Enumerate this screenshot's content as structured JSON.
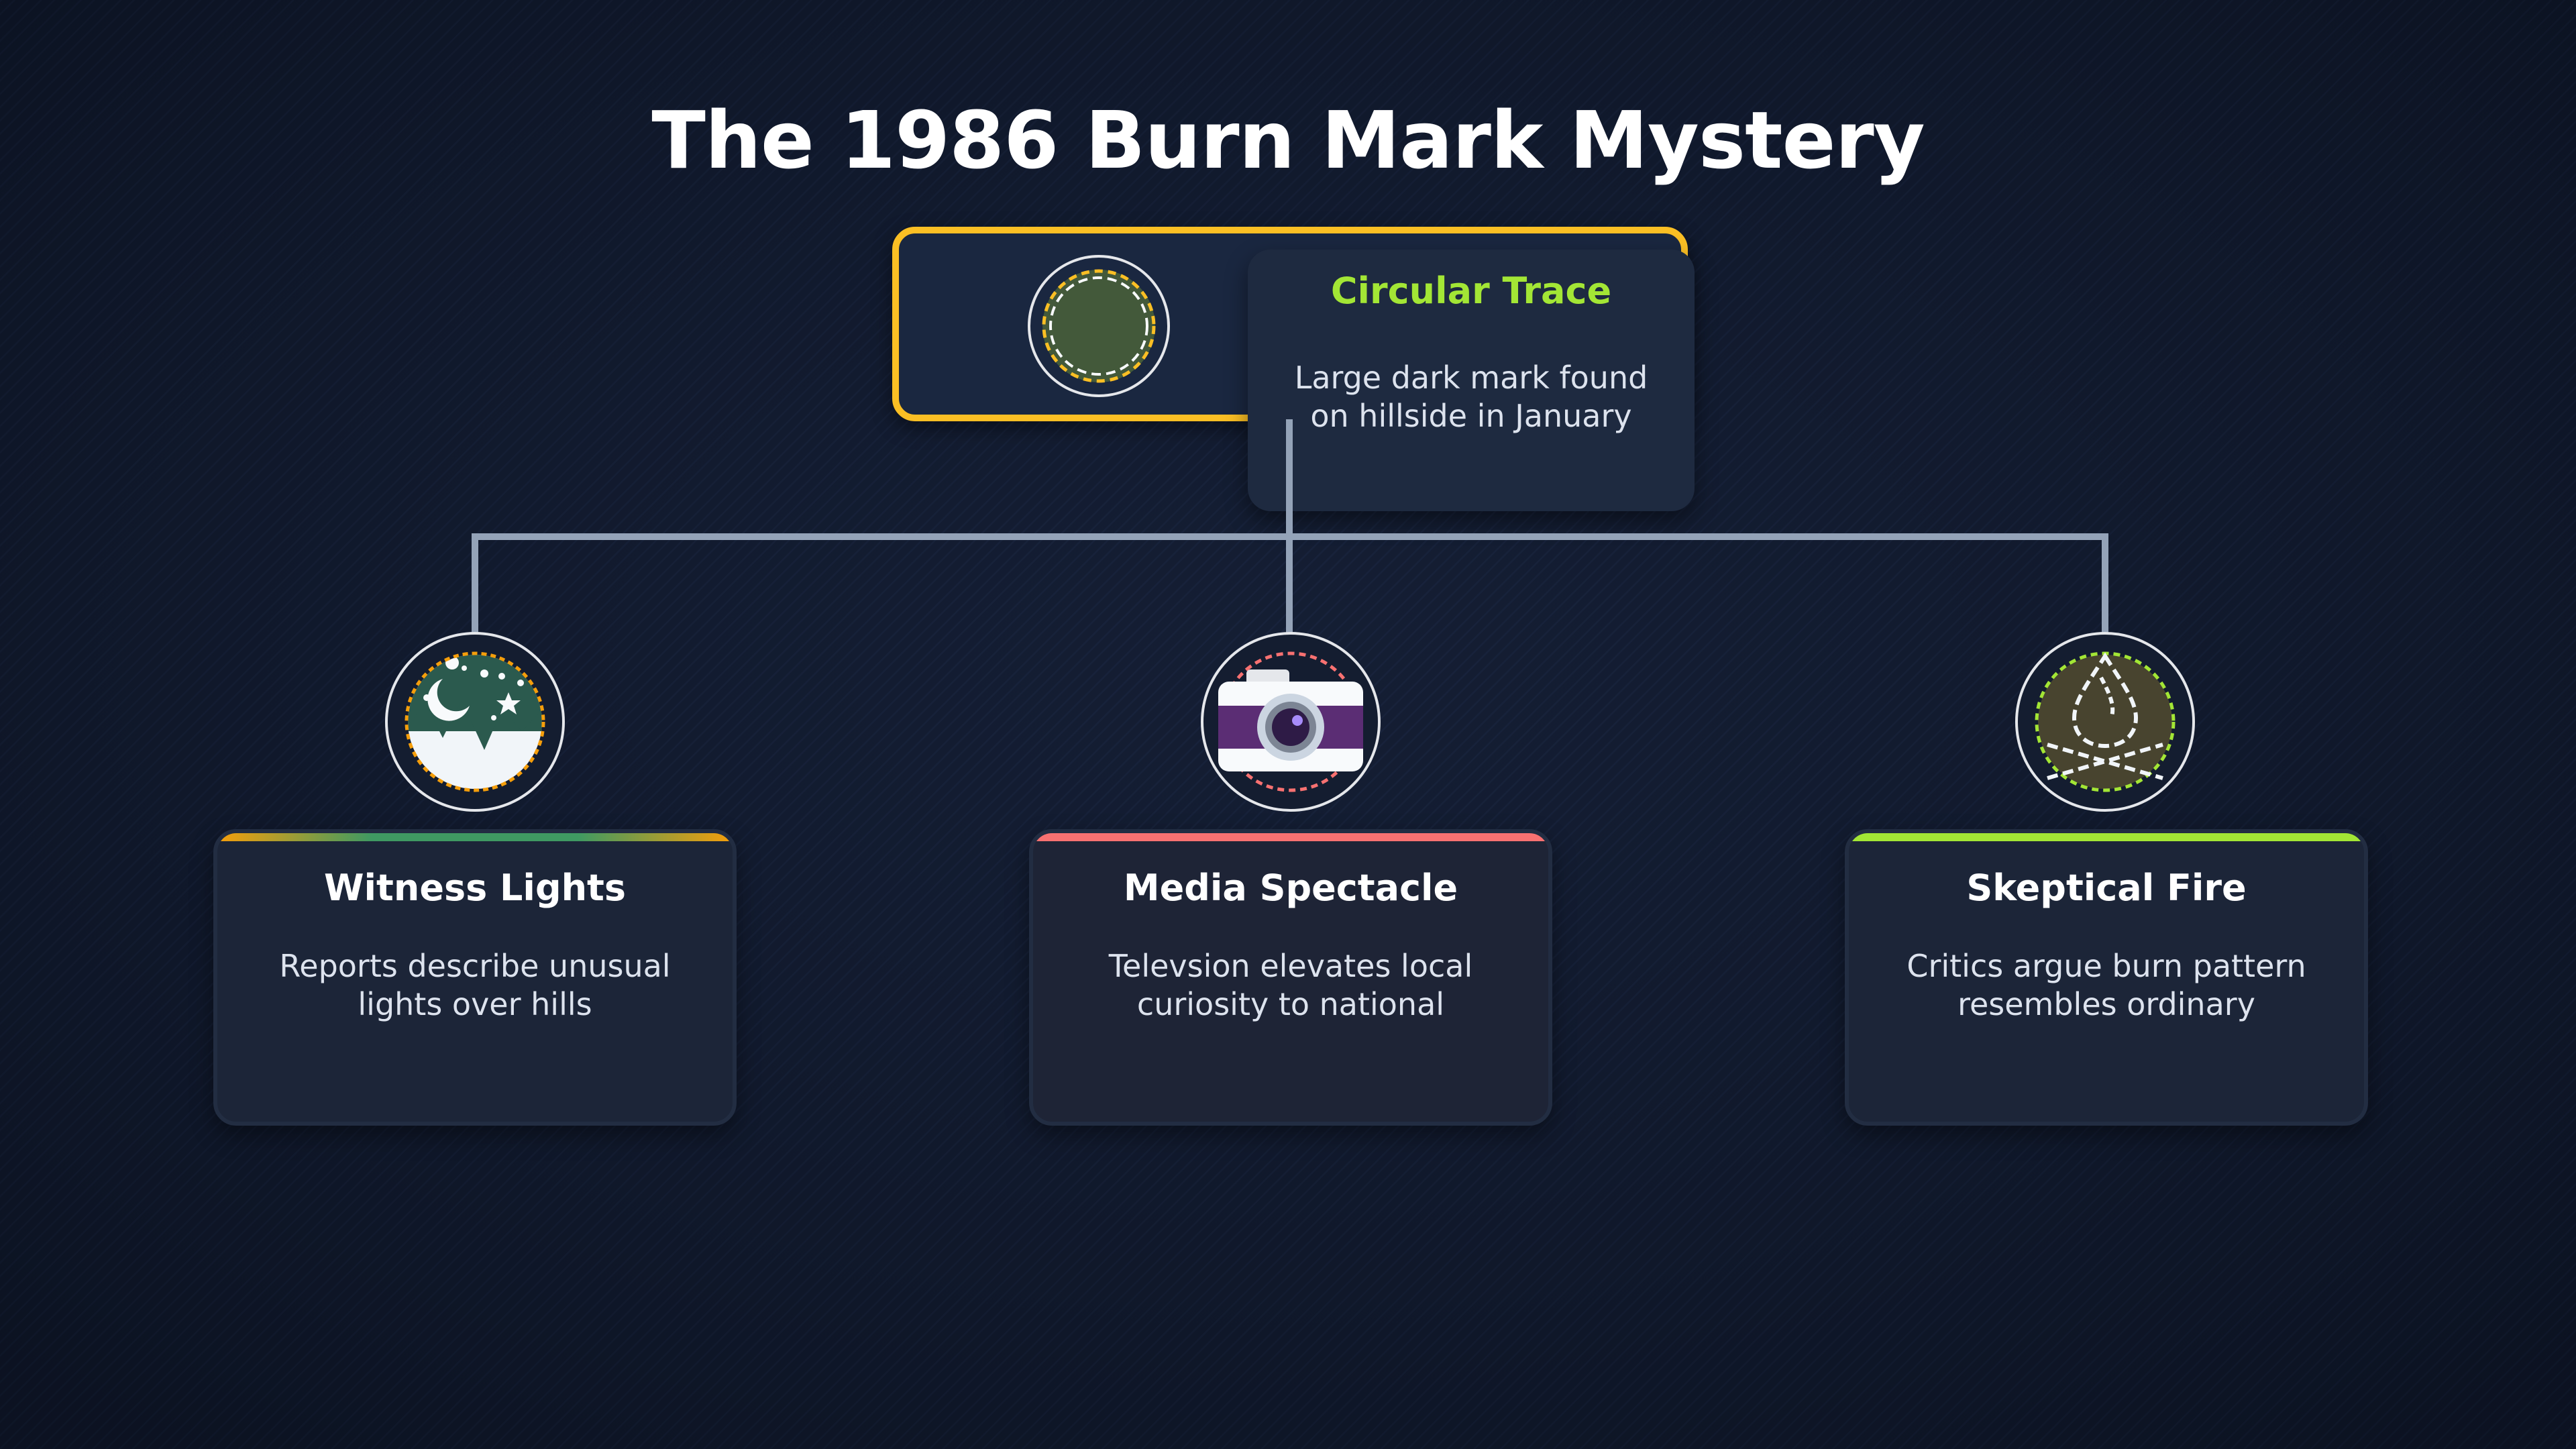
{
  "title": "The 1986 Burn Mark Mystery",
  "colors": {
    "background": "#111a2d",
    "root_border": "#fbbf24",
    "root_title": "#a3e635",
    "connector": "#94a3b8",
    "card_bg": "#1c2538",
    "witness_accent": "#f59e0b",
    "media_accent": "#f87171",
    "skeptical_accent": "#a3e635"
  },
  "root": {
    "title": "Circular Trace",
    "description": "Large dark mark found on hillside in January",
    "icon": "burn-circle-icon"
  },
  "children": [
    {
      "title": "Witness Lights",
      "description": "Reports describe unusual lights over hills",
      "icon": "night-hills-icon"
    },
    {
      "title": "Media Spectacle",
      "description": "Televsion elevates local curiosity to national",
      "icon": "camera-icon"
    },
    {
      "title": "Skeptical Fire",
      "description": "Critics argue burn pattern resembles ordinary",
      "icon": "campfire-icon"
    }
  ]
}
